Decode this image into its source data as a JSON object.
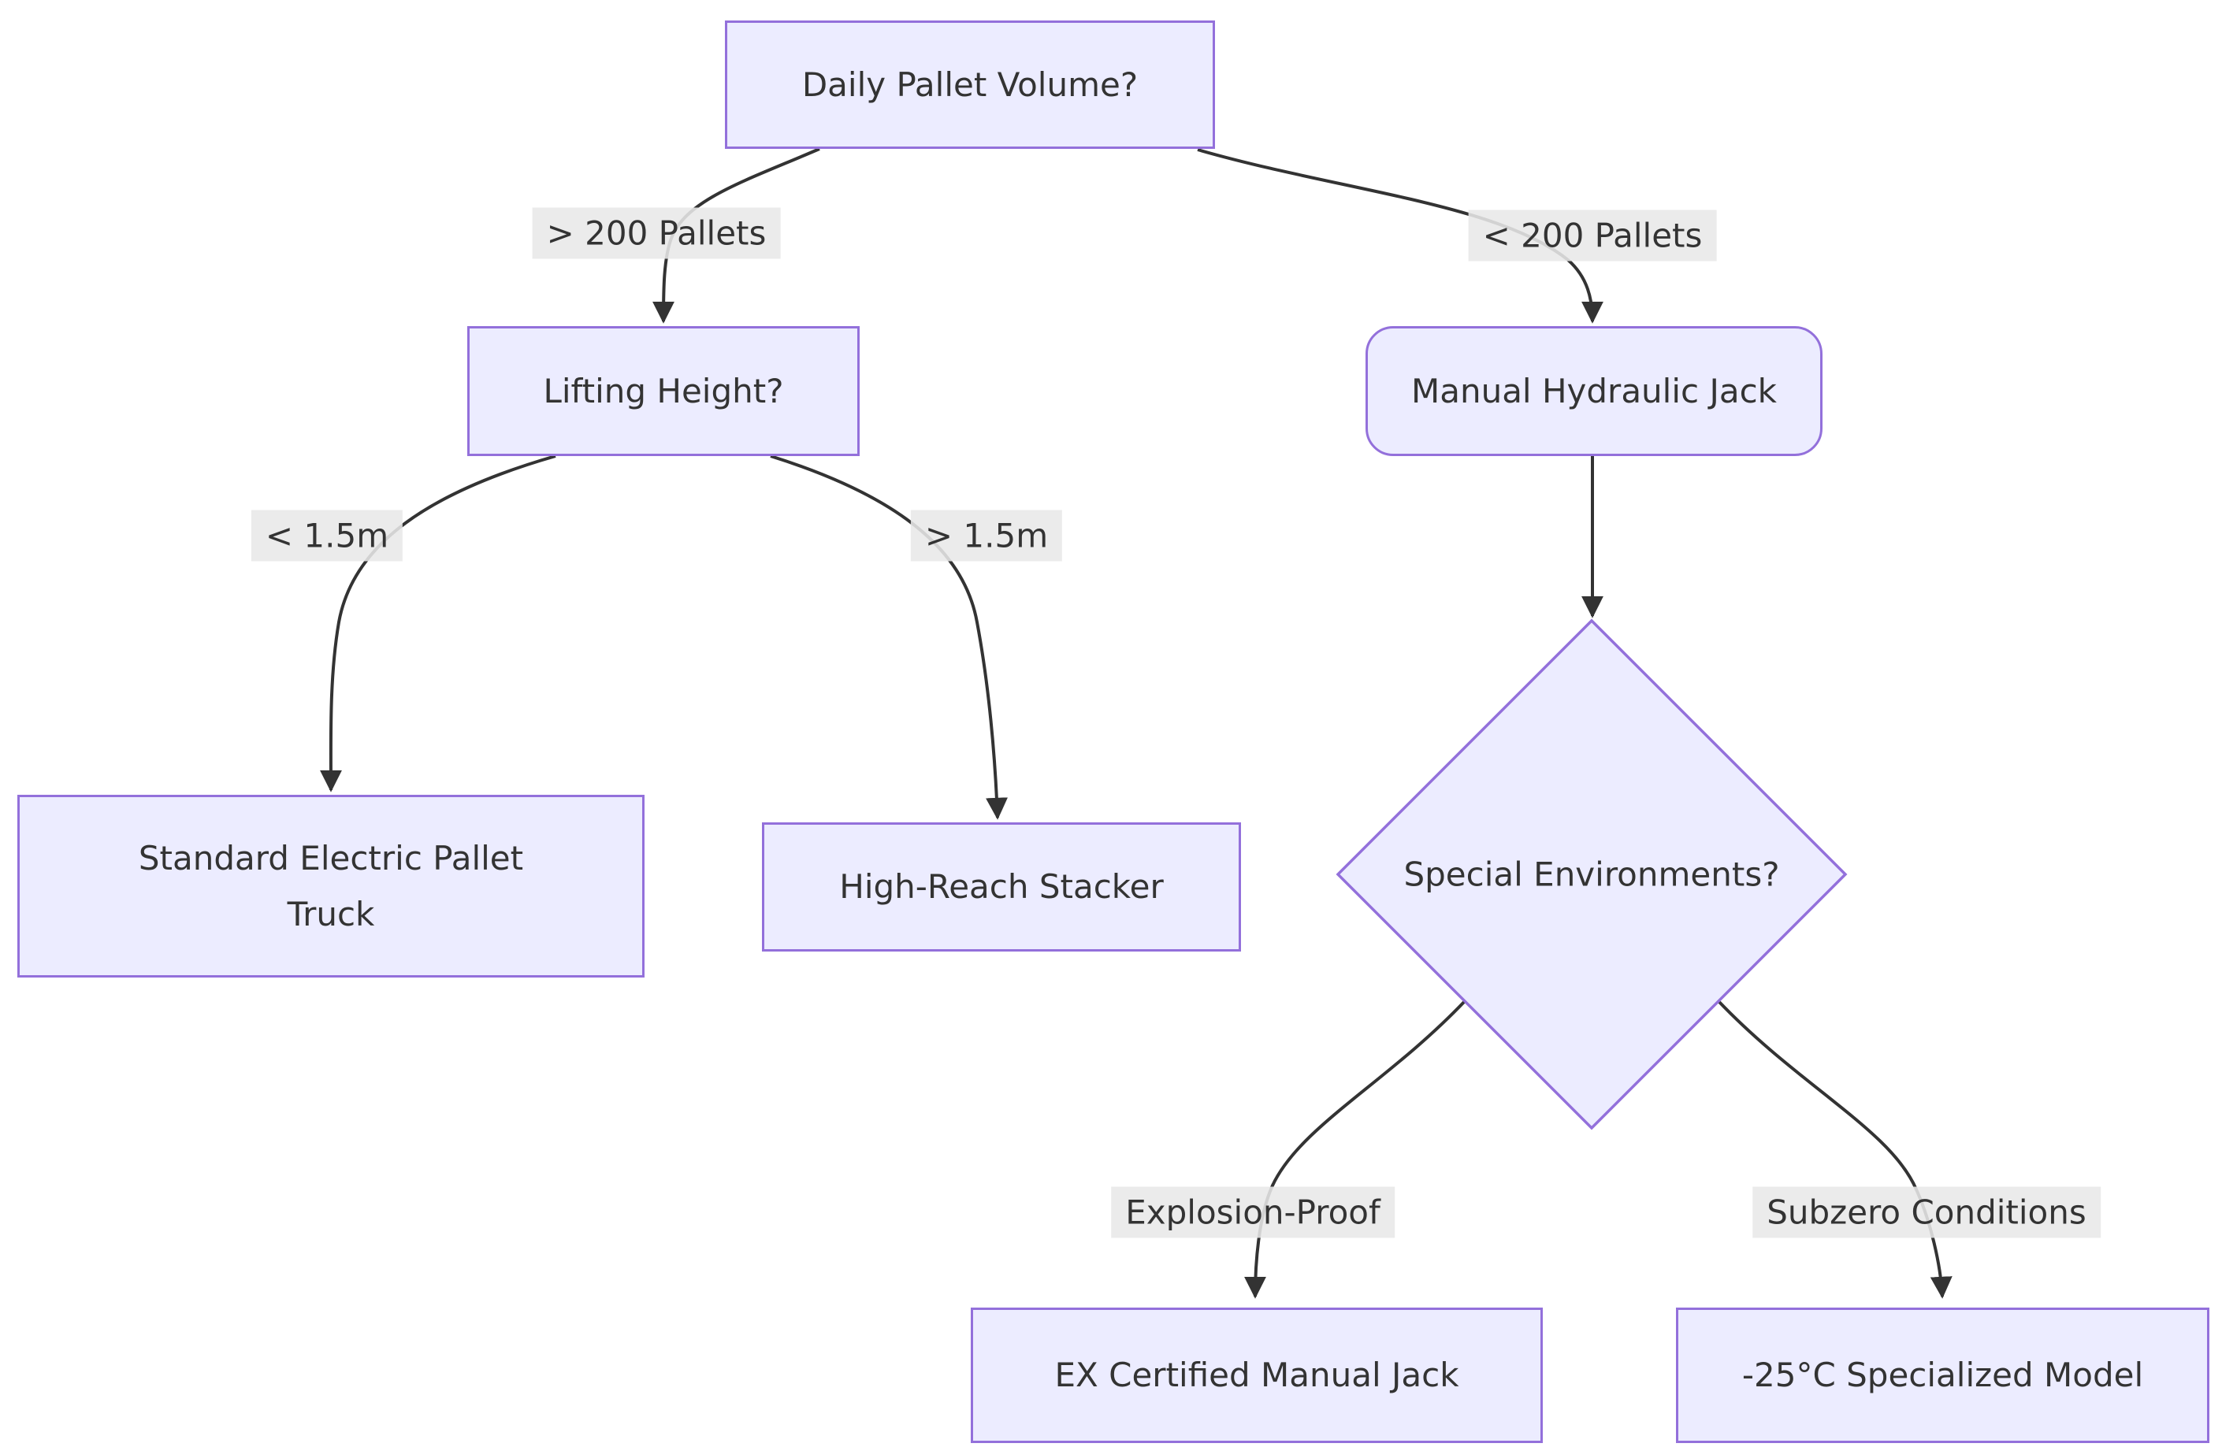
{
  "diagram": {
    "type": "flowchart-decision-tree",
    "colors": {
      "background": "#ffffff",
      "node_fill": "#ECECFF",
      "node_border": "#9370DB",
      "edge_line": "#333333",
      "edge_label_bg": "#e8e8e8",
      "text": "#333333"
    },
    "nodes": {
      "daily_volume": {
        "label": "Daily Pallet Volume?",
        "shape": "rect"
      },
      "lifting_height": {
        "label": "Lifting Height?",
        "shape": "rect"
      },
      "standard_electric": {
        "label": "Standard Electric Pallet Truck",
        "shape": "rect"
      },
      "high_reach": {
        "label": "High-Reach Stacker",
        "shape": "rect"
      },
      "manual_jack": {
        "label": "Manual Hydraulic Jack",
        "shape": "rounded-rect"
      },
      "special_env": {
        "label": "Special Environments?",
        "shape": "diamond"
      },
      "ex_certified": {
        "label": "EX Certified Manual Jack",
        "shape": "rect"
      },
      "subzero_model": {
        "label": "-25°C Specialized Model",
        "shape": "rect"
      }
    },
    "edge_labels": {
      "gt_200_pallets": "> 200 Pallets",
      "lt_200_pallets": "< 200 Pallets",
      "lt_1_5m": "< 1.5m",
      "gt_1_5m": "> 1.5m",
      "explosion_proof": "Explosion-Proof",
      "subzero_conditions": "Subzero Conditions"
    },
    "edges": [
      {
        "from": "daily_volume",
        "to": "lifting_height",
        "label": "> 200 Pallets"
      },
      {
        "from": "daily_volume",
        "to": "manual_jack",
        "label": "< 200 Pallets"
      },
      {
        "from": "lifting_height",
        "to": "standard_electric",
        "label": "< 1.5m"
      },
      {
        "from": "lifting_height",
        "to": "high_reach",
        "label": "> 1.5m"
      },
      {
        "from": "manual_jack",
        "to": "special_env",
        "label": ""
      },
      {
        "from": "special_env",
        "to": "ex_certified",
        "label": "Explosion-Proof"
      },
      {
        "from": "special_env",
        "to": "subzero_model",
        "label": "Subzero Conditions"
      }
    ]
  }
}
